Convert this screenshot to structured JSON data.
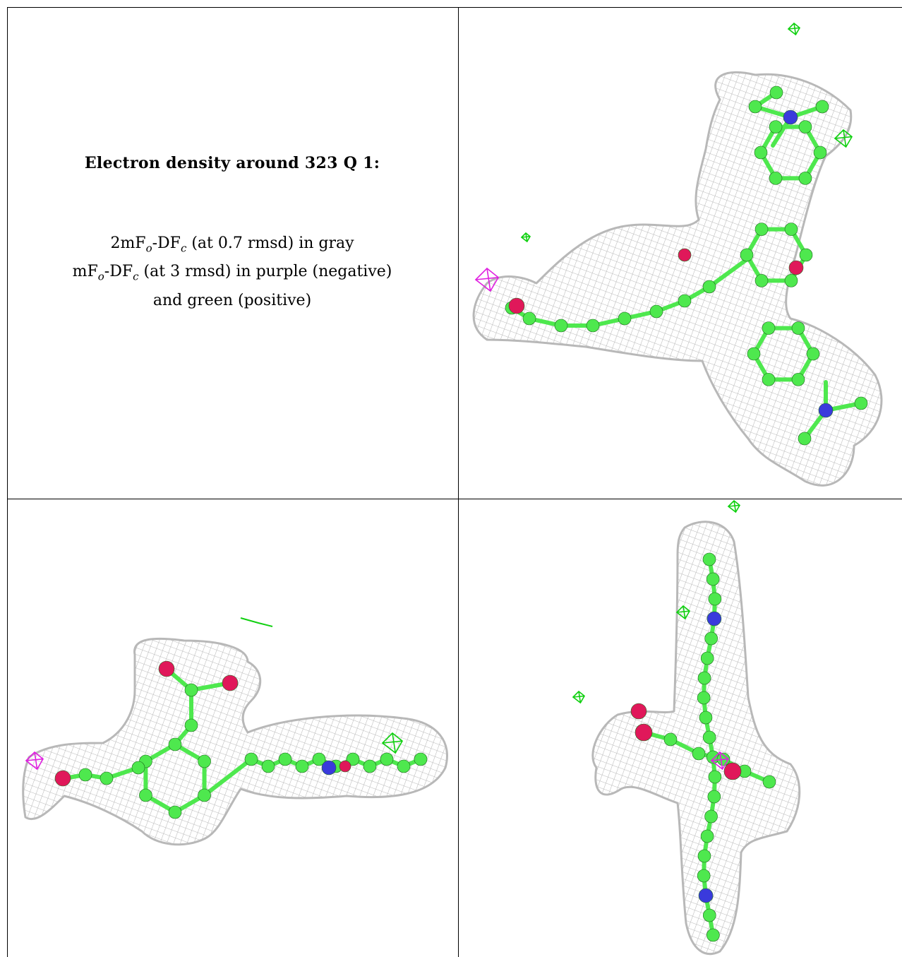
{
  "caption": {
    "title": "Electron density around 323 Q 1:",
    "line1": {
      "pre": "2mF",
      "sub1": "o",
      "mid": "-DF",
      "sub2": "c",
      "post": " (at 0.7 rmsd) in gray"
    },
    "line2": {
      "pre": "mF",
      "sub1": "o",
      "mid": "-DF",
      "sub2": "c",
      "post": " (at 3 rmsd) in purple (negative)"
    },
    "line3": "and green (positive)"
  },
  "colors": {
    "mesh": "#b5b5b5",
    "carbon": "#4ee84e",
    "oxygen": "#e0185a",
    "nitrogen": "#3a3adc",
    "negative_density": "#e020e0",
    "positive_density": "#10d010"
  },
  "panels": [
    {
      "view": "top-right",
      "content": "ligand electron density view 1"
    },
    {
      "view": "bottom-left",
      "content": "ligand electron density view 2"
    },
    {
      "view": "bottom-right",
      "content": "ligand electron density view 3"
    }
  ]
}
